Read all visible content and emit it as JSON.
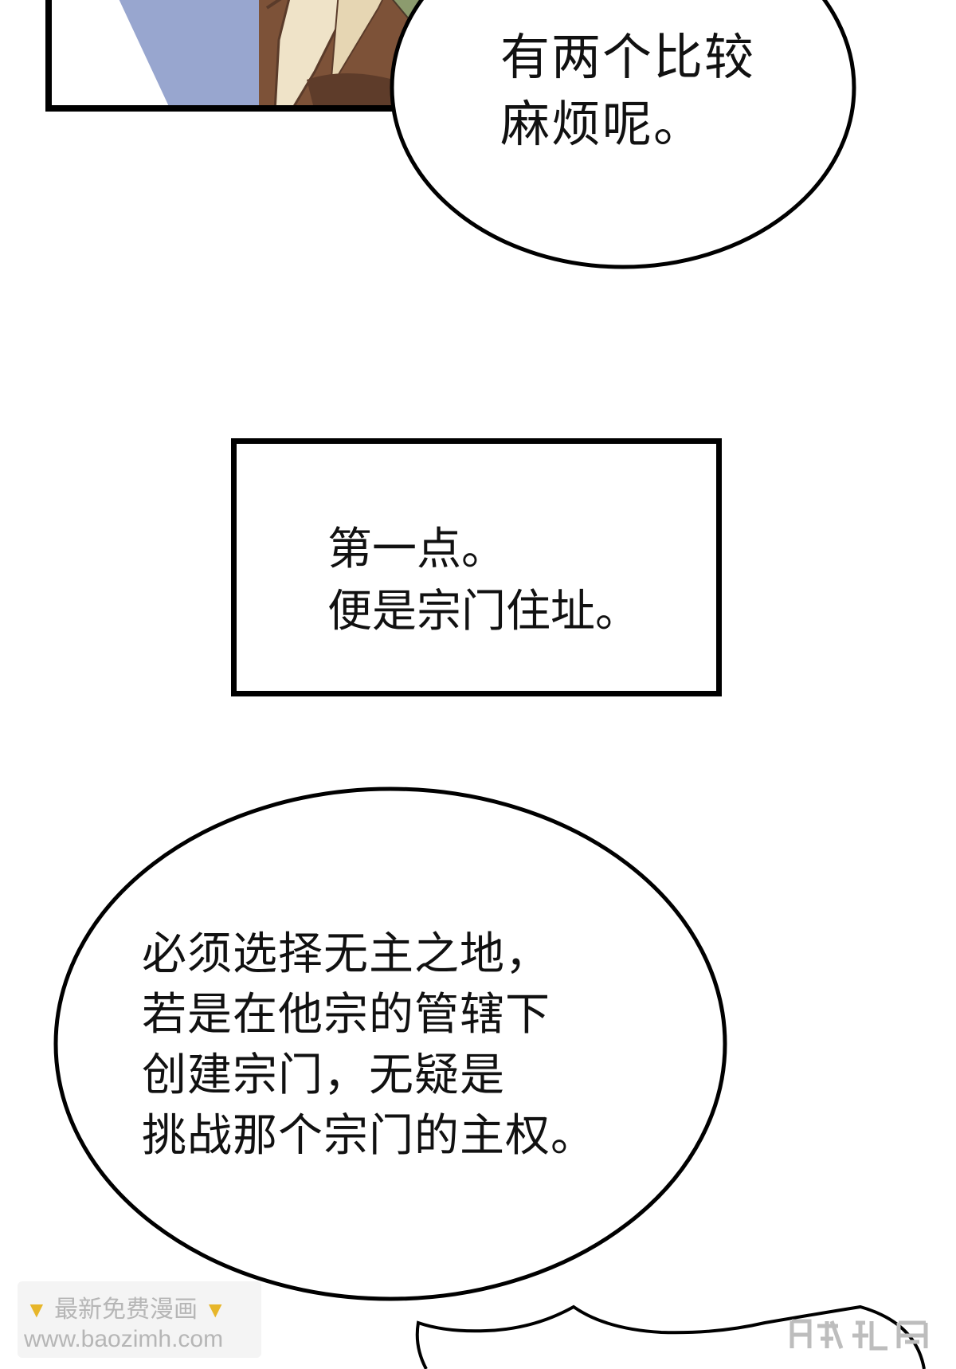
{
  "bubbles": {
    "top": {
      "lines": [
        "有两个比较",
        "麻烦呢。"
      ]
    },
    "narration": {
      "lines": [
        "第一点。",
        "便是宗门住址。"
      ]
    },
    "bottom": {
      "lines": [
        "必须选择无主之地，",
        "若是在他宗的管辖下",
        "创建宗门，无疑是",
        "挑战那个宗门的主权。"
      ]
    }
  },
  "watermark": {
    "line1": "最新免费漫画",
    "line2": "www.baozimh.com",
    "icon": "pointing-down-hand-icon"
  },
  "logo": {
    "text": "腾讯动漫",
    "icon": "publisher-logo-icon"
  },
  "colors": {
    "panel_blue": "#98a6cf",
    "cloak_brown": "#7d5238",
    "hair_cream": "#efe3c8",
    "accent_green": "#8c9b6e",
    "ink": "#000000"
  }
}
